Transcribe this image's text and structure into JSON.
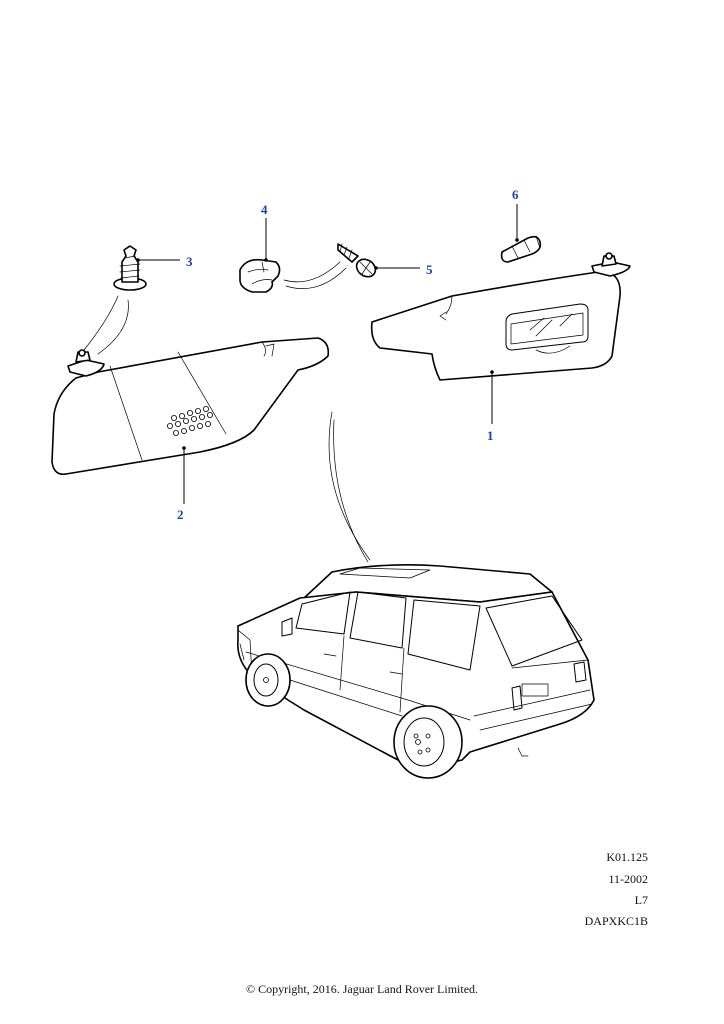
{
  "callouts": {
    "c1": "1",
    "c2": "2",
    "c3": "3",
    "c4": "4",
    "c5": "5",
    "c6": "6"
  },
  "reference": {
    "code": "K01.125",
    "date": "11-2002",
    "level": "L7",
    "illustration_id": "DAPXKC1B"
  },
  "copyright": "© Copyright, 2016. Jaguar Land Rover Limited."
}
